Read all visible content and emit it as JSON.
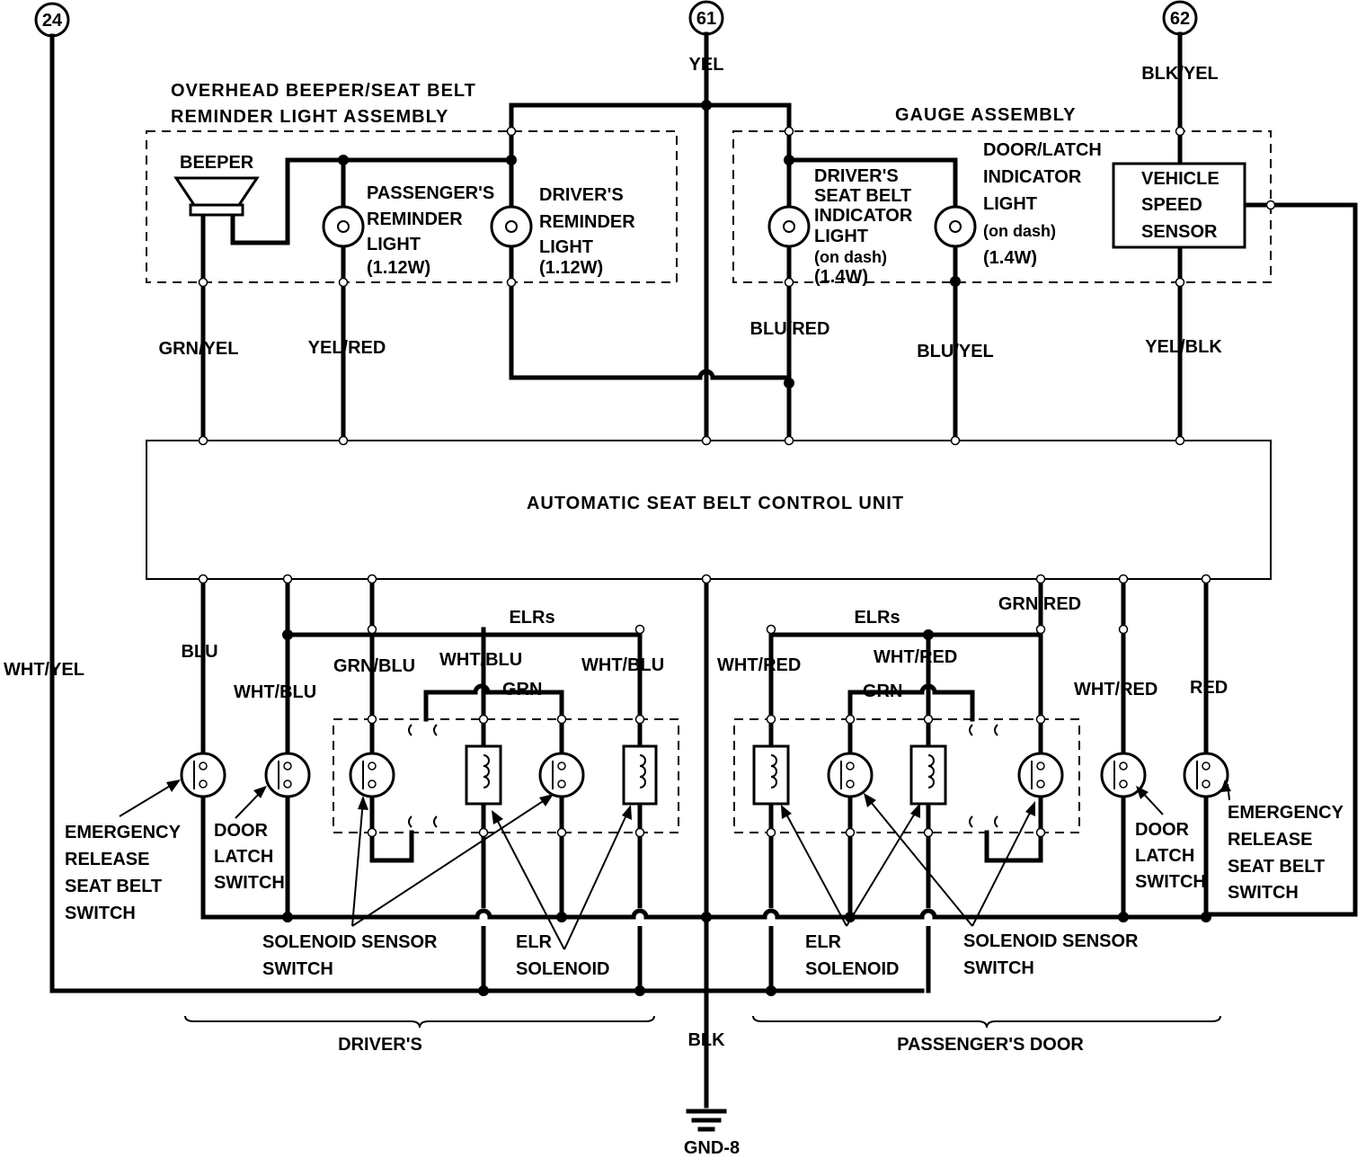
{
  "connectors": {
    "c24": "24",
    "c61": "61",
    "c62": "62"
  },
  "assemblies": {
    "overhead_line1": "OVERHEAD BEEPER/SEAT BELT",
    "overhead_line2": "REMINDER LIGHT ASSEMBLY",
    "gauge": "GAUGE ASSEMBLY",
    "control_unit": "AUTOMATIC SEAT BELT CONTROL UNIT"
  },
  "components": {
    "beeper": "BEEPER",
    "pass_light": [
      "PASSENGER'S",
      "REMINDER",
      "LIGHT",
      "(1.12W)"
    ],
    "drv_light": [
      "DRIVER'S",
      "REMINDER",
      "LIGHT",
      "(1.12W)"
    ],
    "drv_belt_ind": [
      "DRIVER'S",
      "SEAT BELT",
      "INDICATOR",
      "LIGHT",
      "(on dash)",
      "(1.4W)"
    ],
    "door_latch_ind": [
      "DOOR/LATCH",
      "INDICATOR",
      "LIGHT",
      "(on dash)",
      "(1.4W)"
    ],
    "vss": [
      "VEHICLE",
      "SPEED",
      "SENSOR"
    ],
    "emerg_left": [
      "EMERGENCY",
      "RELEASE",
      "SEAT BELT",
      "SWITCH"
    ],
    "door_latch_left": [
      "DOOR",
      "LATCH",
      "SWITCH"
    ],
    "emerg_right": [
      "EMERGENCY",
      "RELEASE",
      "SEAT BELT",
      "SWITCH"
    ],
    "door_latch_right": [
      "DOOR",
      "LATCH",
      "SWITCH"
    ],
    "sol_sensor_left": [
      "SOLENOID SENSOR",
      "SWITCH"
    ],
    "elr_sol_left": [
      "ELR",
      "SOLENOID"
    ],
    "elr_sol_right": [
      "ELR",
      "SOLENOID"
    ],
    "sol_sensor_right": [
      "SOLENOID SENSOR",
      "SWITCH"
    ]
  },
  "wires": {
    "yel": "YEL",
    "blk_yel": "BLK/YEL",
    "grn_yel": "GRN/YEL",
    "yel_red": "YEL/RED",
    "blu_red": "BLU/RED",
    "blu_yel": "BLU/YEL",
    "yel_blk": "YEL/BLK",
    "wht_yel": "WHT/YEL",
    "blu": "BLU",
    "wht_blu_1": "WHT/BLU",
    "grn_blu": "GRN/BLU",
    "wht_blu_2": "WHT/BLU",
    "grn_1": "GRN",
    "wht_blu_3": "WHT/BLU",
    "elrs_1": "ELRs",
    "wht_red_1": "WHT/RED",
    "elrs_2": "ELRs",
    "wht_red_2": "WHT/RED",
    "grn_2": "GRN",
    "grn_red": "GRN/RED",
    "wht_red_3": "WHT/RED",
    "red": "RED",
    "blk": "BLK"
  },
  "sections": {
    "drivers": "DRIVER'S",
    "passengers": "PASSENGER'S DOOR"
  },
  "ground": "GND-8"
}
